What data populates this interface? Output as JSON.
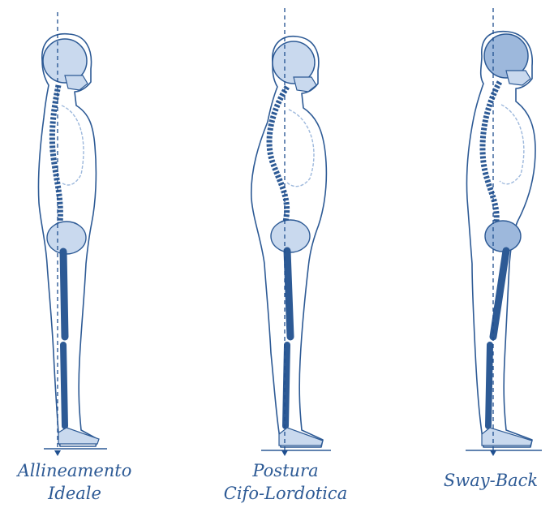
{
  "figures": [
    {
      "id": "ideal",
      "caption_lines": [
        "Allineamento",
        "Ideale"
      ]
    },
    {
      "id": "kypho-lordotic",
      "caption_lines": [
        "Postura",
        "Cifo-Lordotica"
      ]
    },
    {
      "id": "sway-back",
      "caption_lines": [
        "Sway-Back"
      ]
    }
  ],
  "colors": {
    "ink": "#2d5a95",
    "fill": "#c9d9ee",
    "fill_dark": "#9db8dc",
    "line": "#1f4f8f"
  },
  "icons": [
    "skeleton-side-view-illustration",
    "plumb-line"
  ]
}
